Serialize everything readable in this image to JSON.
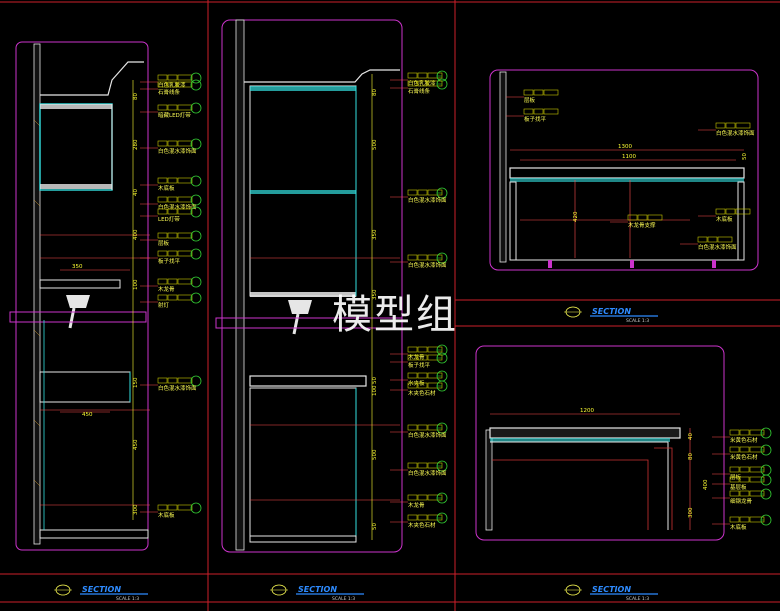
{
  "watermark": "模型组",
  "colors": {
    "frame": "#cc1f2a",
    "border": "#cc33cc",
    "wall": "#e6e6e6",
    "dim": "#ffff33",
    "lead": "#ff4d4d",
    "cyan": "#33e0e0",
    "label": "#ffff55",
    "tag": "#c8c800",
    "title": "#2e8bff",
    "green": "#33cc33"
  },
  "panel_a": {
    "title": "SECTION",
    "scale": "SCALE 1:3",
    "labels": [
      "白色乳胶漆",
      "石膏线条",
      "暗藏LED灯带",
      "白色混水漆饰面",
      "木底板",
      "白色混水漆饰面",
      "LED灯带",
      "层板",
      "板子找平",
      "木龙骨",
      "射灯",
      "白色混水漆饰面",
      "木底板"
    ],
    "dims": [
      "80",
      "280",
      "40",
      "400",
      "350",
      "150",
      "450",
      "100",
      "450",
      "300"
    ]
  },
  "panel_b": {
    "title": "SECTION",
    "scale": "SCALE 1:3",
    "labels": [
      "白色乳胶漆",
      "石膏线条",
      "白色混水漆饰面",
      "白色混水漆饰面",
      "木龙骨",
      "板子找平",
      "水夹板",
      "木夹色石材",
      "白色混水漆饰面",
      "白色混水漆饰面",
      "木龙骨",
      "木夹色石材"
    ],
    "dims": [
      "80",
      "500",
      "350",
      "350",
      "50",
      "100",
      "500",
      "50"
    ]
  },
  "panel_c": {
    "title": "SECTION",
    "scale": "SCALE 1:3",
    "labels": [
      "层板",
      "板子找平",
      "白色混水漆饰面",
      "木底板",
      "木龙骨支撑",
      "白色混水漆饰面"
    ],
    "dims": [
      "1300",
      "1100",
      "420",
      "50"
    ]
  },
  "panel_d": {
    "title": "SECTION",
    "scale": "SCALE 1:3",
    "labels": [
      "米黄色石材",
      "米黄色石材",
      "层板",
      "基层板",
      "细钢龙骨",
      "木底板"
    ],
    "dims": [
      "1200",
      "40",
      "80",
      "400",
      "300"
    ]
  }
}
